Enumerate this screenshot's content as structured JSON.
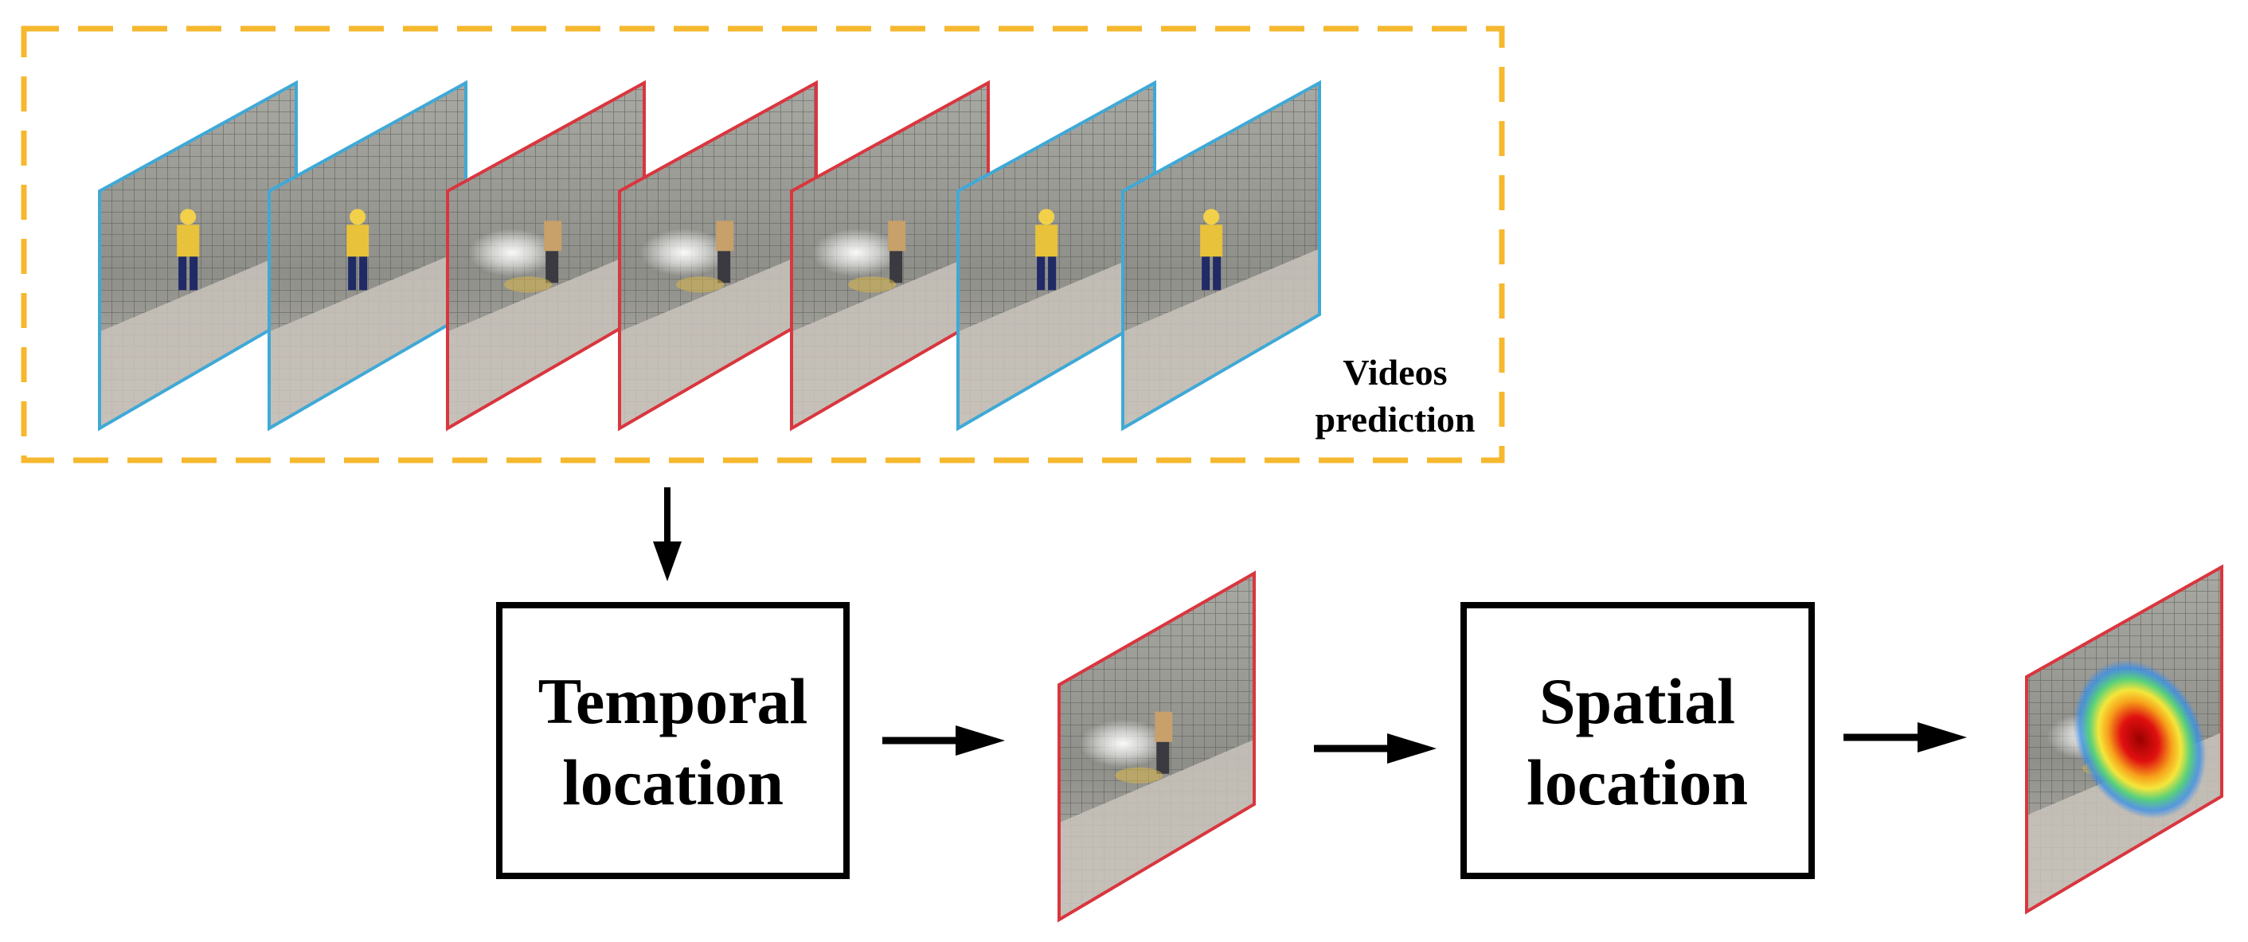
{
  "group": {
    "label_line1": "Videos",
    "label_line2": "prediction",
    "border_color": "#F5B82E"
  },
  "frames": [
    {
      "kind": "normal",
      "border_color": "#3FA9D6"
    },
    {
      "kind": "normal",
      "border_color": "#3FA9D6"
    },
    {
      "kind": "anomaly",
      "border_color": "#D9363E"
    },
    {
      "kind": "anomaly",
      "border_color": "#D9363E"
    },
    {
      "kind": "anomaly",
      "border_color": "#D9363E"
    },
    {
      "kind": "normal",
      "border_color": "#3FA9D6"
    },
    {
      "kind": "normal",
      "border_color": "#3FA9D6"
    }
  ],
  "steps": {
    "temporal": {
      "line1": "Temporal",
      "line2": "location"
    },
    "spatial": {
      "line1": "Spatial",
      "line2": "location"
    }
  },
  "outputs": {
    "temporal_frame": {
      "kind": "anomaly",
      "border_color": "#D9363E"
    },
    "spatial_frame": {
      "kind": "heatmap",
      "border_color": "#D9363E"
    }
  }
}
